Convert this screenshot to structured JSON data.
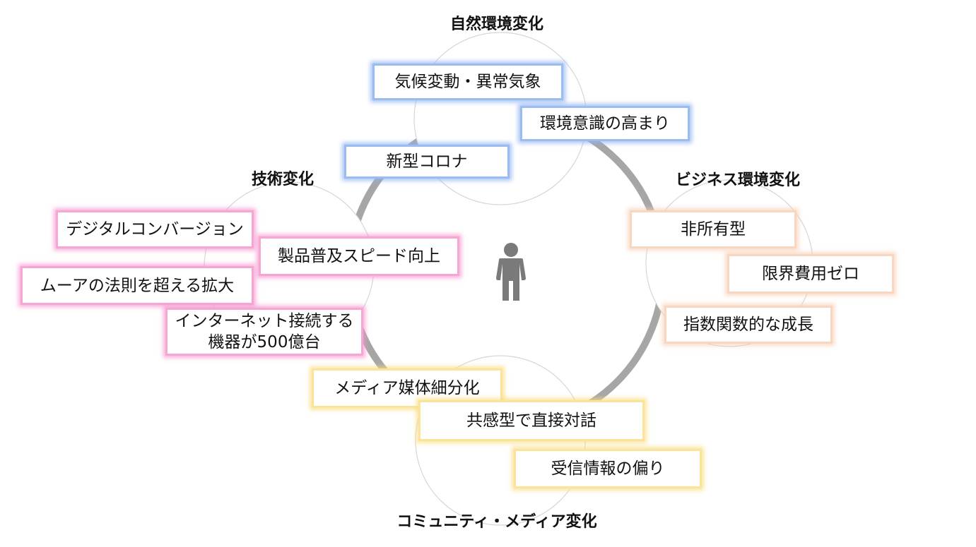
{
  "center": {
    "icon": "person-icon"
  },
  "colors": {
    "ring": "#a6a6a6",
    "circle_outline": "#d6d6d6",
    "nature": "#9bbcf0",
    "tech": "#f6a6d2",
    "business": "#f8d7c2",
    "community": "#f9e49a",
    "person": "#7a7a7a"
  },
  "categories": {
    "nature": {
      "title": "自然環境変化",
      "items": [
        "気候変動・異常気象",
        "環境意識の高まり",
        "新型コロナ"
      ]
    },
    "tech": {
      "title": "技術変化",
      "items": [
        "デジタルコンバージョン",
        "製品普及スピード向上",
        "ムーアの法則を超える拡大"
      ],
      "iot_line1": "インターネット接続する",
      "iot_line2": "機器が500億台"
    },
    "business": {
      "title": "ビジネス環境変化",
      "items": [
        "非所有型",
        "限界費用ゼロ",
        "指数関数的な成長"
      ]
    },
    "community": {
      "title": "コミュニティ・メディア変化",
      "items": [
        "メディア媒体細分化",
        "共感型で直接対話",
        "受信情報の偏り"
      ]
    }
  }
}
